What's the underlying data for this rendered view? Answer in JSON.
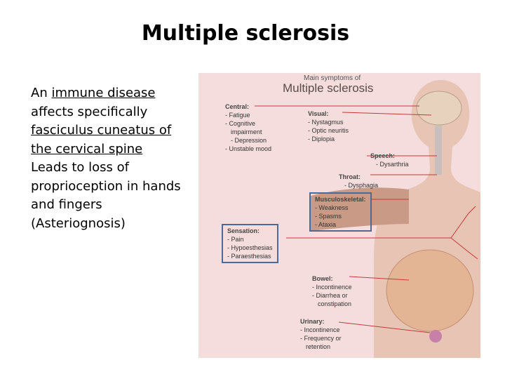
{
  "slide": {
    "title": "Multiple sclerosis",
    "para1": {
      "pre": "An ",
      "u1": "immune disease ",
      "mid": " affects specifically ",
      "u2": "fasciculus cuneatus of the cervical spine"
    },
    "para2": "Leads to loss of proprioception in hands and fingers (Asteriognosis)"
  },
  "figure": {
    "caption_small": "Main symptoms of",
    "caption_big": "Multiple sclerosis",
    "central": {
      "heading": "Central:",
      "items": [
        "- Fatigue",
        "- Cognitive",
        "impairment",
        "- Depression",
        "- Unstable mood"
      ]
    },
    "visual": {
      "heading": "Visual:",
      "items": [
        "- Nystagmus",
        "- Optic neuritis",
        "- Diplopia"
      ]
    },
    "speech": {
      "heading": "Speech:",
      "items": [
        "- Dysarthria"
      ]
    },
    "throat": {
      "heading": "Throat:",
      "items": [
        "- Dysphagia"
      ]
    },
    "musculo": {
      "heading": "Musculoskeletal:",
      "items": [
        "- Weakness",
        "- Spasms",
        "- Ataxia"
      ]
    },
    "sensation": {
      "heading": "Sensation:",
      "items": [
        "- Pain",
        "- Hypoesthesias",
        "- Paraesthesias"
      ]
    },
    "bowel": {
      "heading": "Bowel:",
      "items": [
        "- Incontinence",
        "- Diarrhea or",
        "constipation"
      ]
    },
    "urinary": {
      "heading": "Urinary:",
      "items": [
        "- Incontinence",
        "- Frequency or",
        "retention"
      ]
    },
    "colors": {
      "background": "#f5dddd",
      "body": "#e7c4b3",
      "box_border": "#4a6b9a",
      "line": "#c23a3a"
    }
  }
}
